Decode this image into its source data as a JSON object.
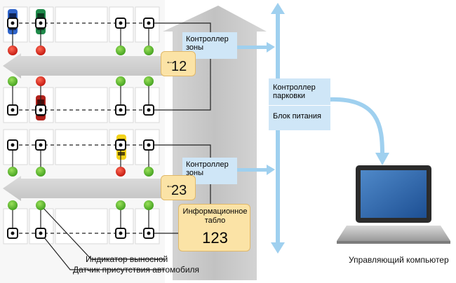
{
  "zone_controller_top": {
    "label_line1": "Контроллер",
    "label_line2": "зоны"
  },
  "zone_controller_bottom": {
    "label_line1": "Контроллер",
    "label_line2": "зоны"
  },
  "parking_controller": {
    "label_line1": "Контроллер",
    "label_line2": "парковки"
  },
  "power_block": {
    "label": "Блок питания"
  },
  "zone_sign_top": {
    "value": "12"
  },
  "zone_sign_bottom": {
    "value": "23"
  },
  "info_board": {
    "title_line1": "Информационное",
    "title_line2": "табло",
    "value": "123"
  },
  "captions": {
    "indicator": "Индикатор выносной",
    "sensor": "Датчик присутствия автомобиля",
    "computer": "Управляющий компьютер"
  },
  "colors": {
    "indicator_green": "#5dbb2a",
    "indicator_red": "#e8231b",
    "controller_fill": "#cfe6f7",
    "bus_line": "#9fd0ef",
    "sign_fill": "#fbe3a6",
    "arrow_gray": "#c8c8c8"
  },
  "icons": [
    "car-blue",
    "car-green",
    "car-red",
    "car-yellow",
    "laptop-icon",
    "sensor-icon",
    "indicator-light"
  ]
}
